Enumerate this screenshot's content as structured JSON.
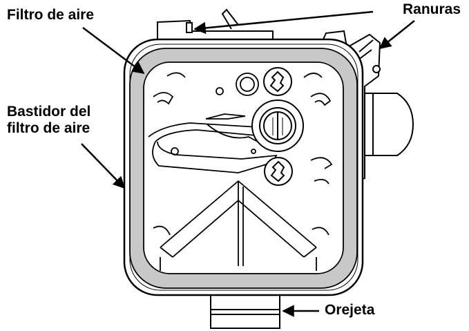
{
  "labels": {
    "air_filter": "Filtro de aire",
    "slots": "Ranuras",
    "filter_frame_line1": "Bastidor del",
    "filter_frame_line2": "filtro de aire",
    "tab": "Orejeta"
  },
  "colors": {
    "line": "#000000",
    "filter_element": "#c8c8c8",
    "background": "#ffffff"
  }
}
